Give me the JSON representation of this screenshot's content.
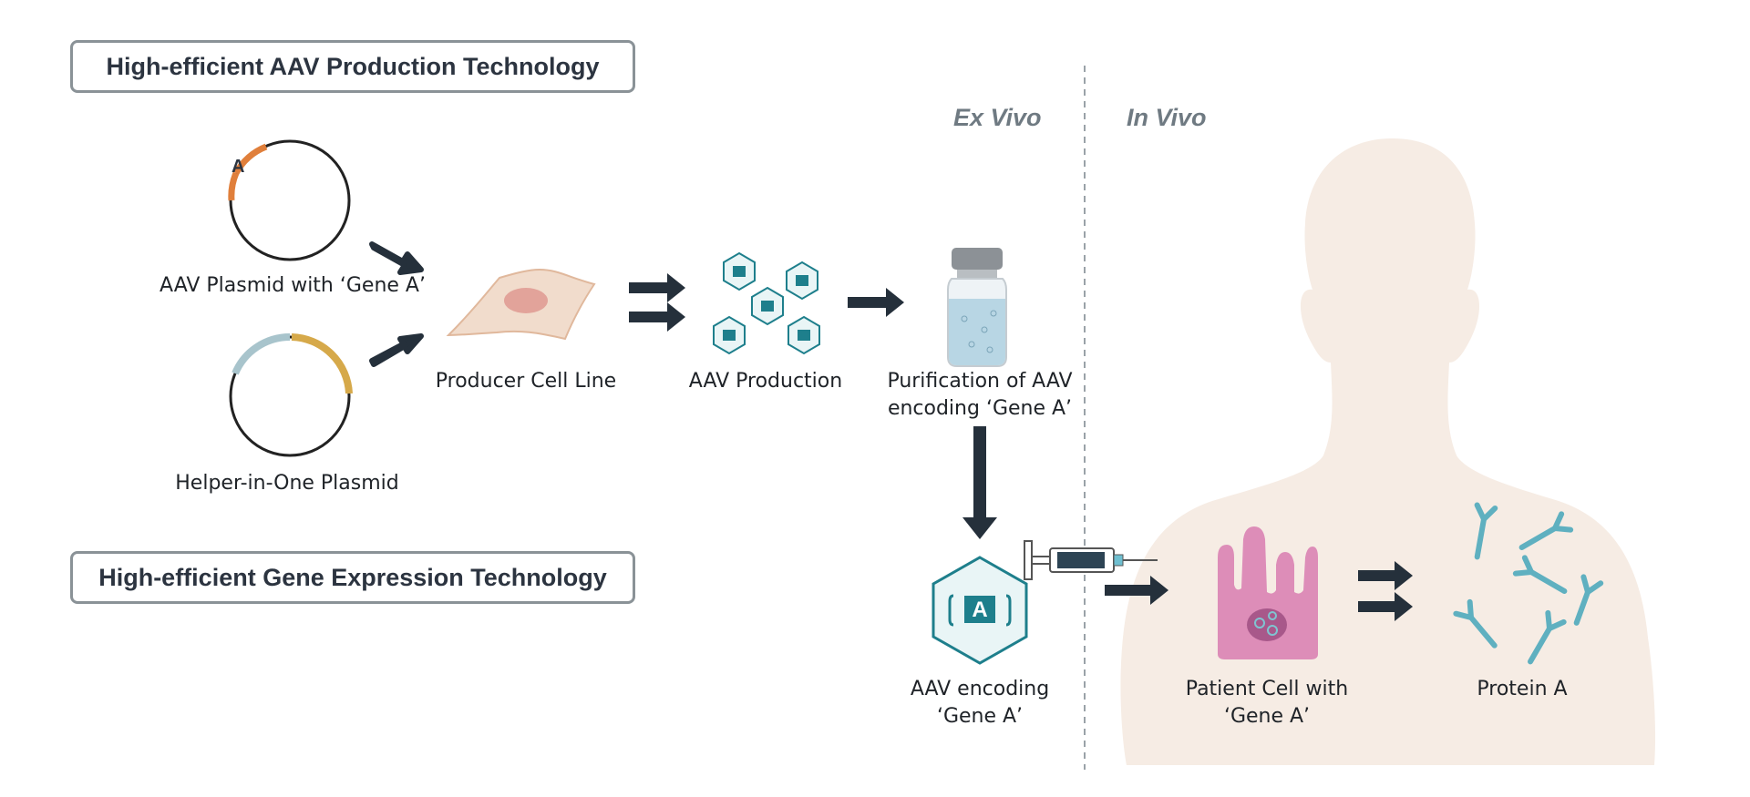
{
  "titles": {
    "production": "High-efficient AAV Production Technology",
    "expression": "High-efficient Gene Expression Technology"
  },
  "sections": {
    "ex_vivo": "Ex Vivo",
    "in_vivo": "In Vivo"
  },
  "labels": {
    "aav_plasmid": "AAV Plasmid with ‘Gene A’",
    "helper_plasmid": "Helper-in-One Plasmid",
    "producer_cell": "Producer Cell Line",
    "aav_production": "AAV Production",
    "purification_line1": "Purification of AAV",
    "purification_line2": "encoding ‘Gene A’",
    "aav_encoding_line1": "AAV encoding",
    "aav_encoding_line2": "‘Gene A’",
    "patient_cell_line1": "Patient Cell with",
    "patient_cell_line2": "‘Gene A’",
    "protein": "Protein A"
  },
  "glyphs": {
    "gene_letter": "A"
  },
  "icons": [
    "plasmid-icon",
    "producer-cell-icon",
    "aav-particle-icon",
    "vial-icon",
    "syringe-icon",
    "patient-cell-icon",
    "antibody-icon",
    "human-silhouette-icon",
    "arrow-icon"
  ],
  "colors": {
    "title_border": "#8a9297",
    "title_text": "#2c3440",
    "arrow": "#25303b",
    "aav_teal": "#1e7f8c",
    "aav_light": "#e9f5f6",
    "gene_a_orange": "#e07f3b",
    "helper_gold": "#d6a94a",
    "helper_blue": "#a8c4cc",
    "cell_peach": "#f1dccc",
    "nucleus": "#e2a39a",
    "patient_cell_pink": "#dd8db8",
    "silhouette": "#f6ece4",
    "antibody": "#5fb0c0",
    "divider": "#9aa2a8",
    "section_text": "#6f7a82"
  }
}
